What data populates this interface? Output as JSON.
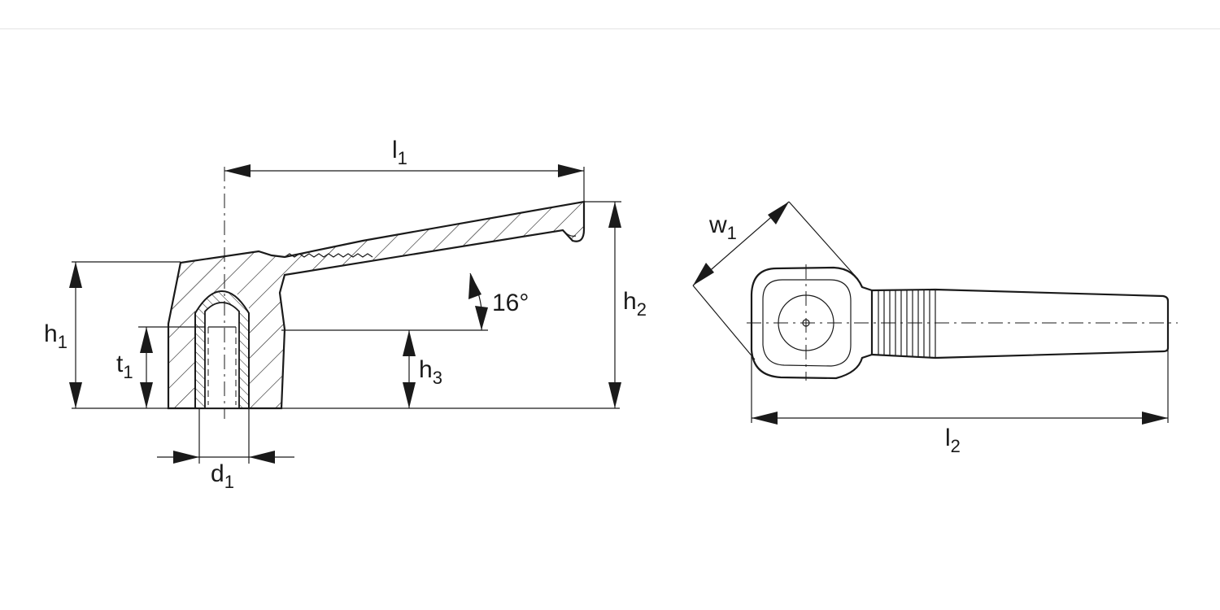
{
  "labels": {
    "l1": {
      "main": "l",
      "sub": "1"
    },
    "h1": {
      "main": "h",
      "sub": "1"
    },
    "t1": {
      "main": "t",
      "sub": "1"
    },
    "h3": {
      "main": "h",
      "sub": "3"
    },
    "h2": {
      "main": "h",
      "sub": "2"
    },
    "d1": {
      "main": "d",
      "sub": "1"
    },
    "w1": {
      "main": "w",
      "sub": "1"
    },
    "l2": {
      "main": "l",
      "sub": "2"
    },
    "angle": "16°"
  }
}
